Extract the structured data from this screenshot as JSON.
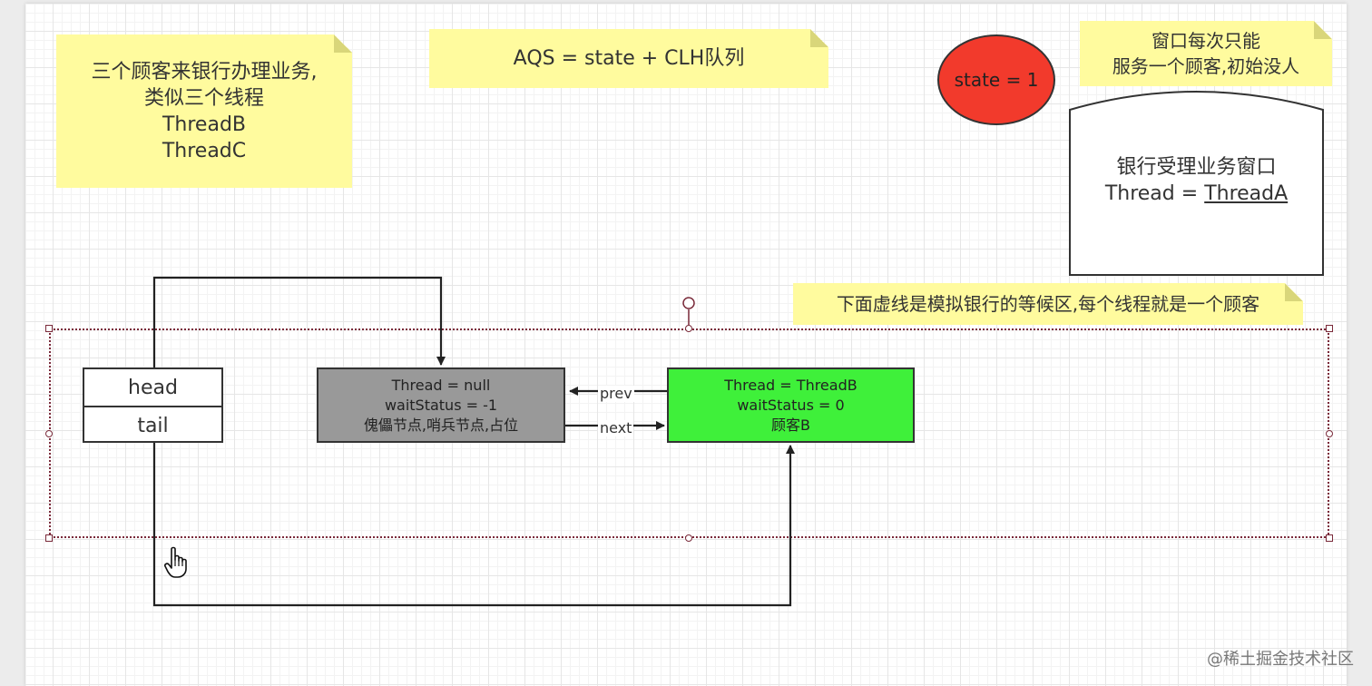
{
  "notes": {
    "customers": {
      "lines": [
        "三个顾客来银行办理业务,",
        "类似三个线程",
        "ThreadB",
        "ThreadC"
      ]
    },
    "aqs": {
      "text": "AQS = state + CLH队列"
    },
    "window_note": {
      "lines": [
        "窗口每次只能",
        "服务一个顾客,初始没人"
      ]
    },
    "waiting_area": {
      "text": "下面虚线是模拟银行的等候区,每个线程就是一个顾客"
    }
  },
  "state": {
    "label": "state = 1",
    "color": "#f23a2c"
  },
  "bank_window": {
    "line1": "银行受理业务窗口",
    "line2_prefix": "Thread = ",
    "line2_value": "ThreadA"
  },
  "queue_pointers": {
    "head": "head",
    "tail": "tail"
  },
  "nodes": {
    "sentinel": {
      "lines": [
        "Thread = null",
        "waitStatus = -1",
        "傀儡节点,哨兵节点,占位"
      ],
      "color": "#999999"
    },
    "threadb": {
      "lines": [
        "Thread = ThreadB",
        "waitStatus = 0",
        "顾客B"
      ],
      "color": "#3ff03a"
    }
  },
  "links": {
    "prev": "prev",
    "next": "next"
  },
  "icons": {
    "cursor": "hand-pointer-icon"
  },
  "watermark": "@稀土掘金技术社区"
}
